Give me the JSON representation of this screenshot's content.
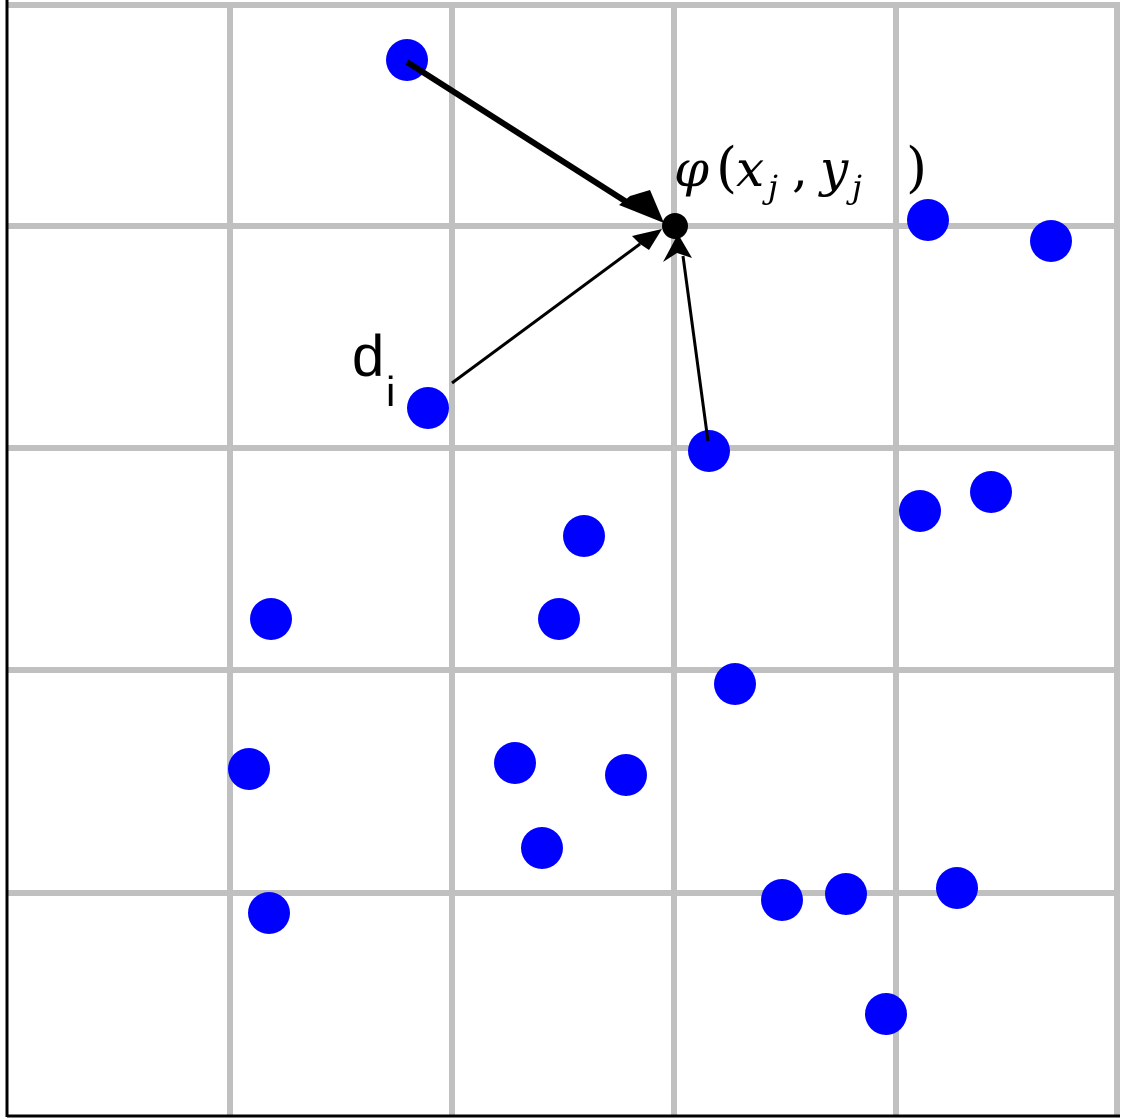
{
  "diagram": {
    "distance_label": {
      "main": "d",
      "subscript": "i"
    },
    "node_label": {
      "phi": "φ",
      "open_paren": "(",
      "x": "x",
      "x_sub": "j",
      "comma": ",",
      "y": "y",
      "y_sub": "j",
      "close_paren": ")"
    },
    "grid": {
      "rows": 5,
      "cols": 5
    },
    "colors": {
      "point": "#0000ff",
      "grid": "#c0c0c0",
      "node": "#000000",
      "frame": "#000000"
    }
  }
}
